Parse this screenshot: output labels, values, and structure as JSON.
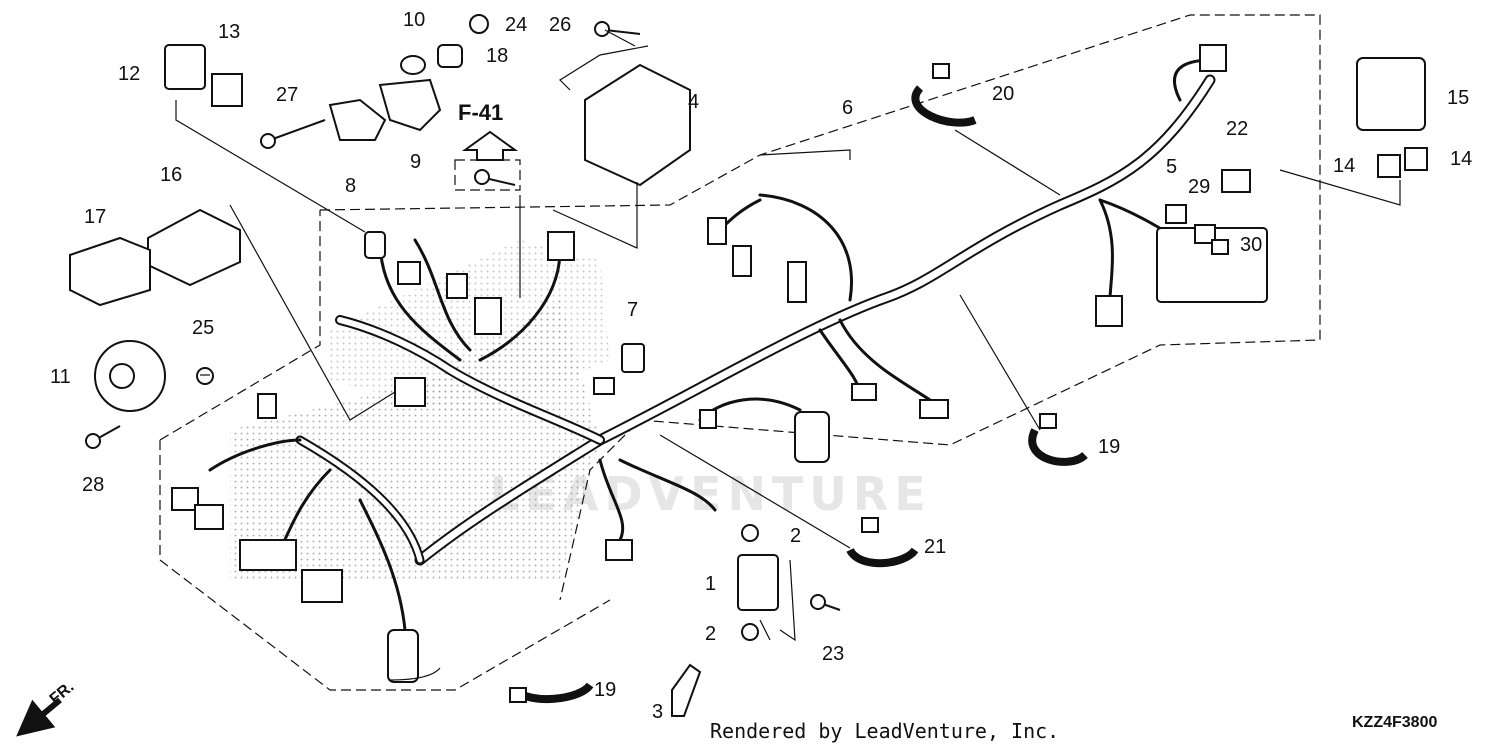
{
  "diagram": {
    "callouts": [
      "1",
      "2",
      "2",
      "3",
      "4",
      "5",
      "6",
      "7",
      "8",
      "9",
      "10",
      "11",
      "12",
      "13",
      "14",
      "14",
      "15",
      "16",
      "17",
      "18",
      "19",
      "19",
      "20",
      "21",
      "22",
      "23",
      "24",
      "25",
      "26",
      "27",
      "28",
      "29",
      "30"
    ],
    "reference": "F-41",
    "watermark": "LEADVENTURE",
    "credit": "Rendered by LeadVenture, Inc.",
    "diagram_code": "KZZ4F3800",
    "direction": "FR.",
    "colors": {
      "line": "#111111",
      "stipple": "#9a9a9a",
      "watermark": "#e6e6e6"
    }
  }
}
